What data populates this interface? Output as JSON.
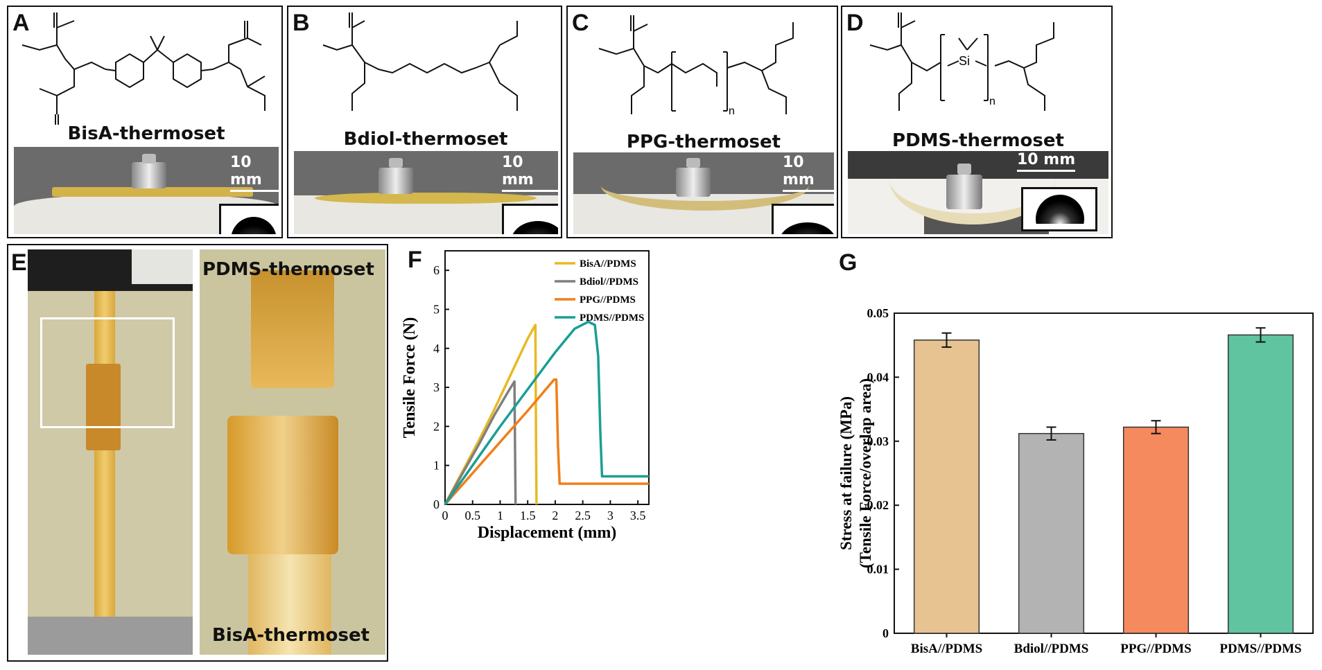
{
  "panels": {
    "A": {
      "letter": "A",
      "caption": "BisA-thermoset",
      "scale": "10 mm"
    },
    "B": {
      "letter": "B",
      "caption": "Bdiol-thermoset",
      "scale": "10 mm"
    },
    "C": {
      "letter": "C",
      "caption": "PPG-thermoset",
      "scale": "10 mm",
      "sub": "n"
    },
    "D": {
      "letter": "D",
      "caption": "PDMS-thermoset",
      "scale": "10 mm",
      "sub": "n",
      "si": "Si"
    },
    "E": {
      "letter": "E",
      "top_label": "PDMS-thermoset",
      "bottom_label": "BisA-thermoset"
    },
    "F": {
      "letter": "F"
    },
    "G": {
      "letter": "G"
    }
  },
  "chart_data": [
    {
      "type": "line",
      "xlabel": "Displacement (mm)",
      "ylabel": "Tensile Force (N)",
      "xlim": [
        0,
        3.7
      ],
      "ylim": [
        0,
        6.5
      ],
      "xticks": [
        0,
        0.5,
        1,
        1.5,
        2,
        2.5,
        3,
        3.5
      ],
      "yticks": [
        0,
        1,
        2,
        3,
        4,
        5,
        6
      ],
      "legend": "top-right",
      "series": [
        {
          "name": "BisA//PDMS",
          "color": "#e8b923",
          "x": [
            0,
            0.3,
            0.6,
            0.9,
            1.2,
            1.5,
            1.64,
            1.65,
            1.66
          ],
          "y": [
            0,
            0.8,
            1.6,
            2.45,
            3.35,
            4.25,
            4.6,
            2.0,
            0
          ]
        },
        {
          "name": "Bdiol//PDMS",
          "color": "#7f7f7f",
          "x": [
            0,
            0.3,
            0.6,
            0.9,
            1.15,
            1.26,
            1.27,
            1.28
          ],
          "y": [
            0,
            0.75,
            1.5,
            2.3,
            2.9,
            3.15,
            1.5,
            0
          ]
        },
        {
          "name": "PPG//PDMS",
          "color": "#f07f1a",
          "x": [
            0,
            0.5,
            1.0,
            1.5,
            1.98,
            2.02,
            2.05,
            2.08,
            2.5,
            3.0,
            3.7
          ],
          "y": [
            0,
            0.8,
            1.6,
            2.4,
            3.2,
            3.2,
            1.5,
            0.53,
            0.53,
            0.53,
            0.53
          ]
        },
        {
          "name": "PDMS//PDMS",
          "color": "#1a9e96",
          "x": [
            0,
            0.5,
            1.0,
            1.5,
            2.0,
            2.35,
            2.6,
            2.72,
            2.78,
            2.82,
            2.85,
            3.2,
            3.7
          ],
          "y": [
            0,
            1.0,
            2.0,
            2.95,
            3.9,
            4.5,
            4.68,
            4.6,
            3.8,
            1.8,
            0.72,
            0.72,
            0.72
          ]
        }
      ]
    },
    {
      "type": "bar",
      "ylabel": "Stress at failure (MPa)",
      "ylabel2": "(Tensile Force/overlap area)",
      "ylim": [
        0,
        0.05
      ],
      "yticks": [
        0,
        0.01,
        0.02,
        0.03,
        0.04,
        0.05
      ],
      "categories": [
        "BisA//PDMS",
        "Bdiol//PDMS",
        "PPG//PDMS",
        "PDMS//PDMS"
      ],
      "values": [
        0.0458,
        0.0312,
        0.0322,
        0.0466
      ],
      "errors": [
        0.0011,
        0.001,
        0.001,
        0.0011
      ],
      "colors": [
        "#e7c391",
        "#b3b3b3",
        "#f48a5e",
        "#5fc49f"
      ]
    }
  ]
}
